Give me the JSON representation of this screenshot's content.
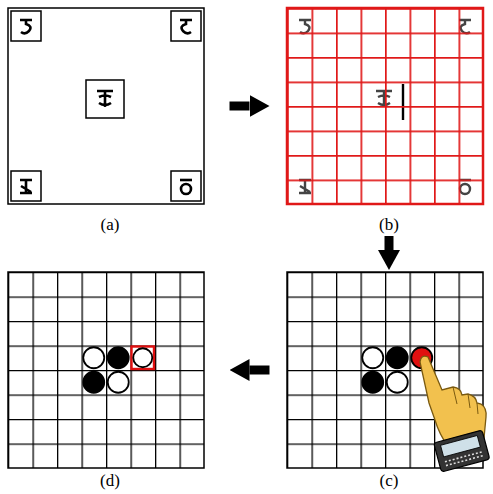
{
  "diagram": {
    "nodes": [
      {
        "text": [
          "(a)"
        ]
      },
      {
        "text": [
          "(b)"
        ]
      },
      {
        "text": [
          "(c)"
        ]
      },
      {
        "text": [
          "(d)"
        ]
      }
    ],
    "edges": [
      {
        "from": 0,
        "to": 1,
        "arrow": "to"
      },
      {
        "from": 1,
        "to": 2,
        "arrow": "to"
      },
      {
        "from": 2,
        "to": 3,
        "arrow": "to"
      }
    ]
  }
}
